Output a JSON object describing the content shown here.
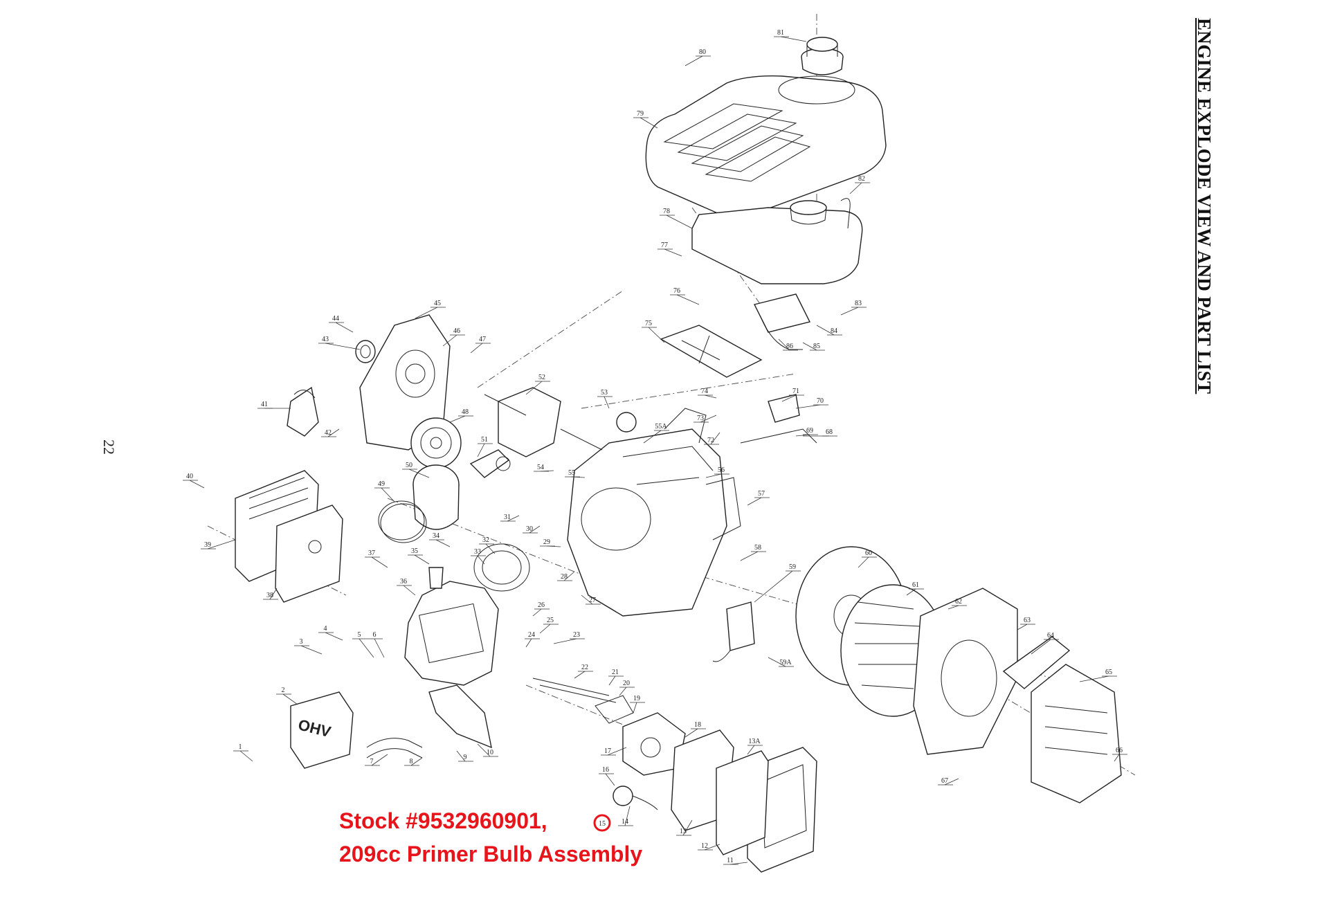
{
  "page": {
    "side_title": "ENGINE EXPLODE VIEW AND PART LIST",
    "page_number": "22"
  },
  "annotation": {
    "line1": "Stock #9532960901,",
    "line2": "209cc Primer Bulb Assembly",
    "highlight_part": "15",
    "color": "#e8141b"
  },
  "callouts": [
    "1",
    "2",
    "3",
    "4",
    "5",
    "6",
    "7",
    "8",
    "9",
    "10",
    "11",
    "12",
    "13",
    "13A",
    "14",
    "15",
    "16",
    "17",
    "18",
    "19",
    "20",
    "21",
    "22",
    "23",
    "24",
    "25",
    "26",
    "27",
    "28",
    "29",
    "30",
    "31",
    "32",
    "33",
    "34",
    "35",
    "36",
    "37",
    "38",
    "39",
    "40",
    "41",
    "42",
    "43",
    "44",
    "45",
    "46",
    "47",
    "48",
    "49",
    "50",
    "51",
    "52",
    "53",
    "54",
    "55",
    "55A",
    "56",
    "57",
    "58",
    "59",
    "59A",
    "60",
    "61",
    "62",
    "63",
    "64",
    "65",
    "66",
    "67",
    "68",
    "69",
    "70",
    "71",
    "72",
    "73",
    "74",
    "75",
    "76",
    "77",
    "78",
    "79",
    "80",
    "81",
    "82",
    "83",
    "84",
    "85",
    "86"
  ]
}
